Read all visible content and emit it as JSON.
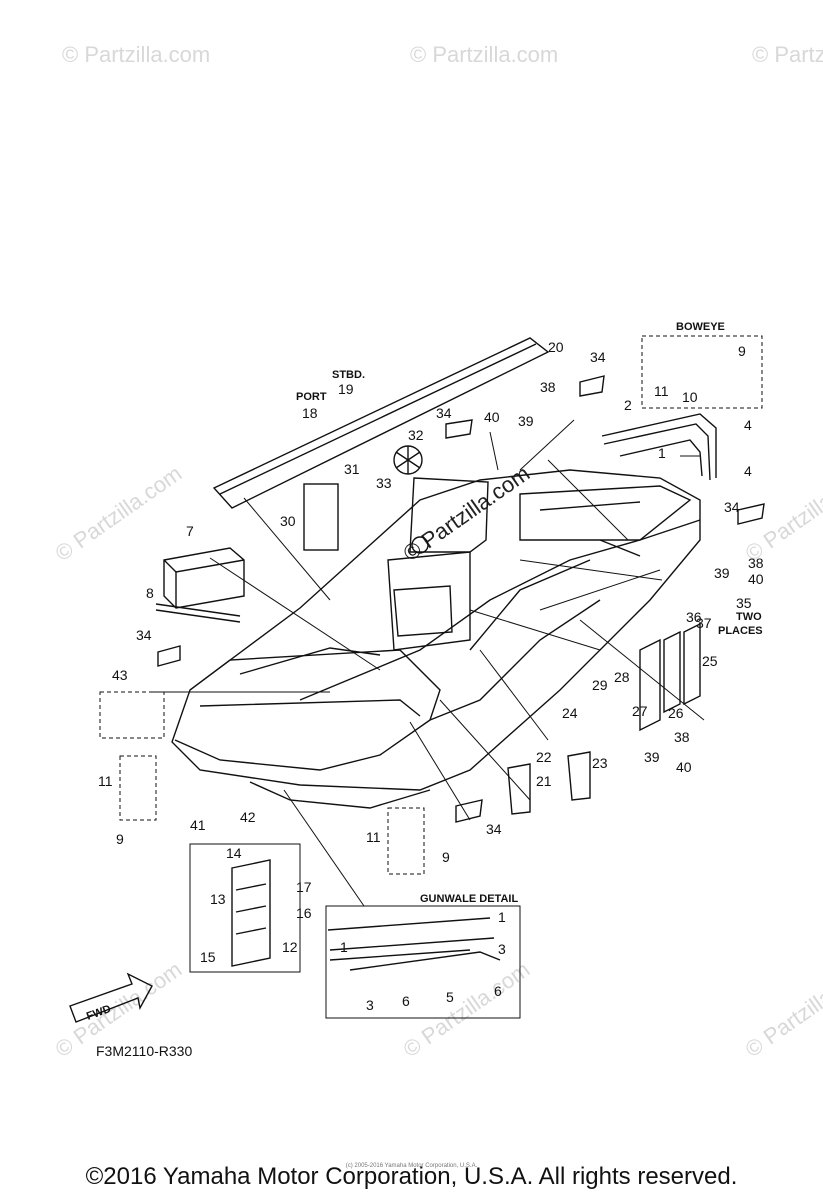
{
  "watermark": "© Partzilla.com",
  "labels": {
    "boweye": "BOWEYE",
    "stbd": "STBD.",
    "port": "PORT",
    "two": "TWO",
    "places": "PLACES",
    "gunwale_detail": "GUNWALE DETAIL",
    "fwd": "FWD"
  },
  "part_code": "F3M2110-R330",
  "copyright": "©2016 Yamaha Motor Corporation, U.S.A. All rights reserved.",
  "small_copyright": "(c) 2005-2016 Yamaha Motor Corporation, U.S.A.",
  "callouts": [
    "1",
    "2",
    "3",
    "4",
    "5",
    "6",
    "7",
    "8",
    "9",
    "10",
    "11",
    "12",
    "13",
    "14",
    "15",
    "16",
    "17",
    "18",
    "19",
    "20",
    "21",
    "22",
    "23",
    "24",
    "25",
    "26",
    "27",
    "28",
    "29",
    "30",
    "31",
    "32",
    "33",
    "34",
    "35",
    "36",
    "37",
    "38",
    "39",
    "40",
    "41",
    "42",
    "43"
  ],
  "colors": {
    "line": "#111111",
    "watermark": "#d8d8d8",
    "background": "#ffffff"
  }
}
